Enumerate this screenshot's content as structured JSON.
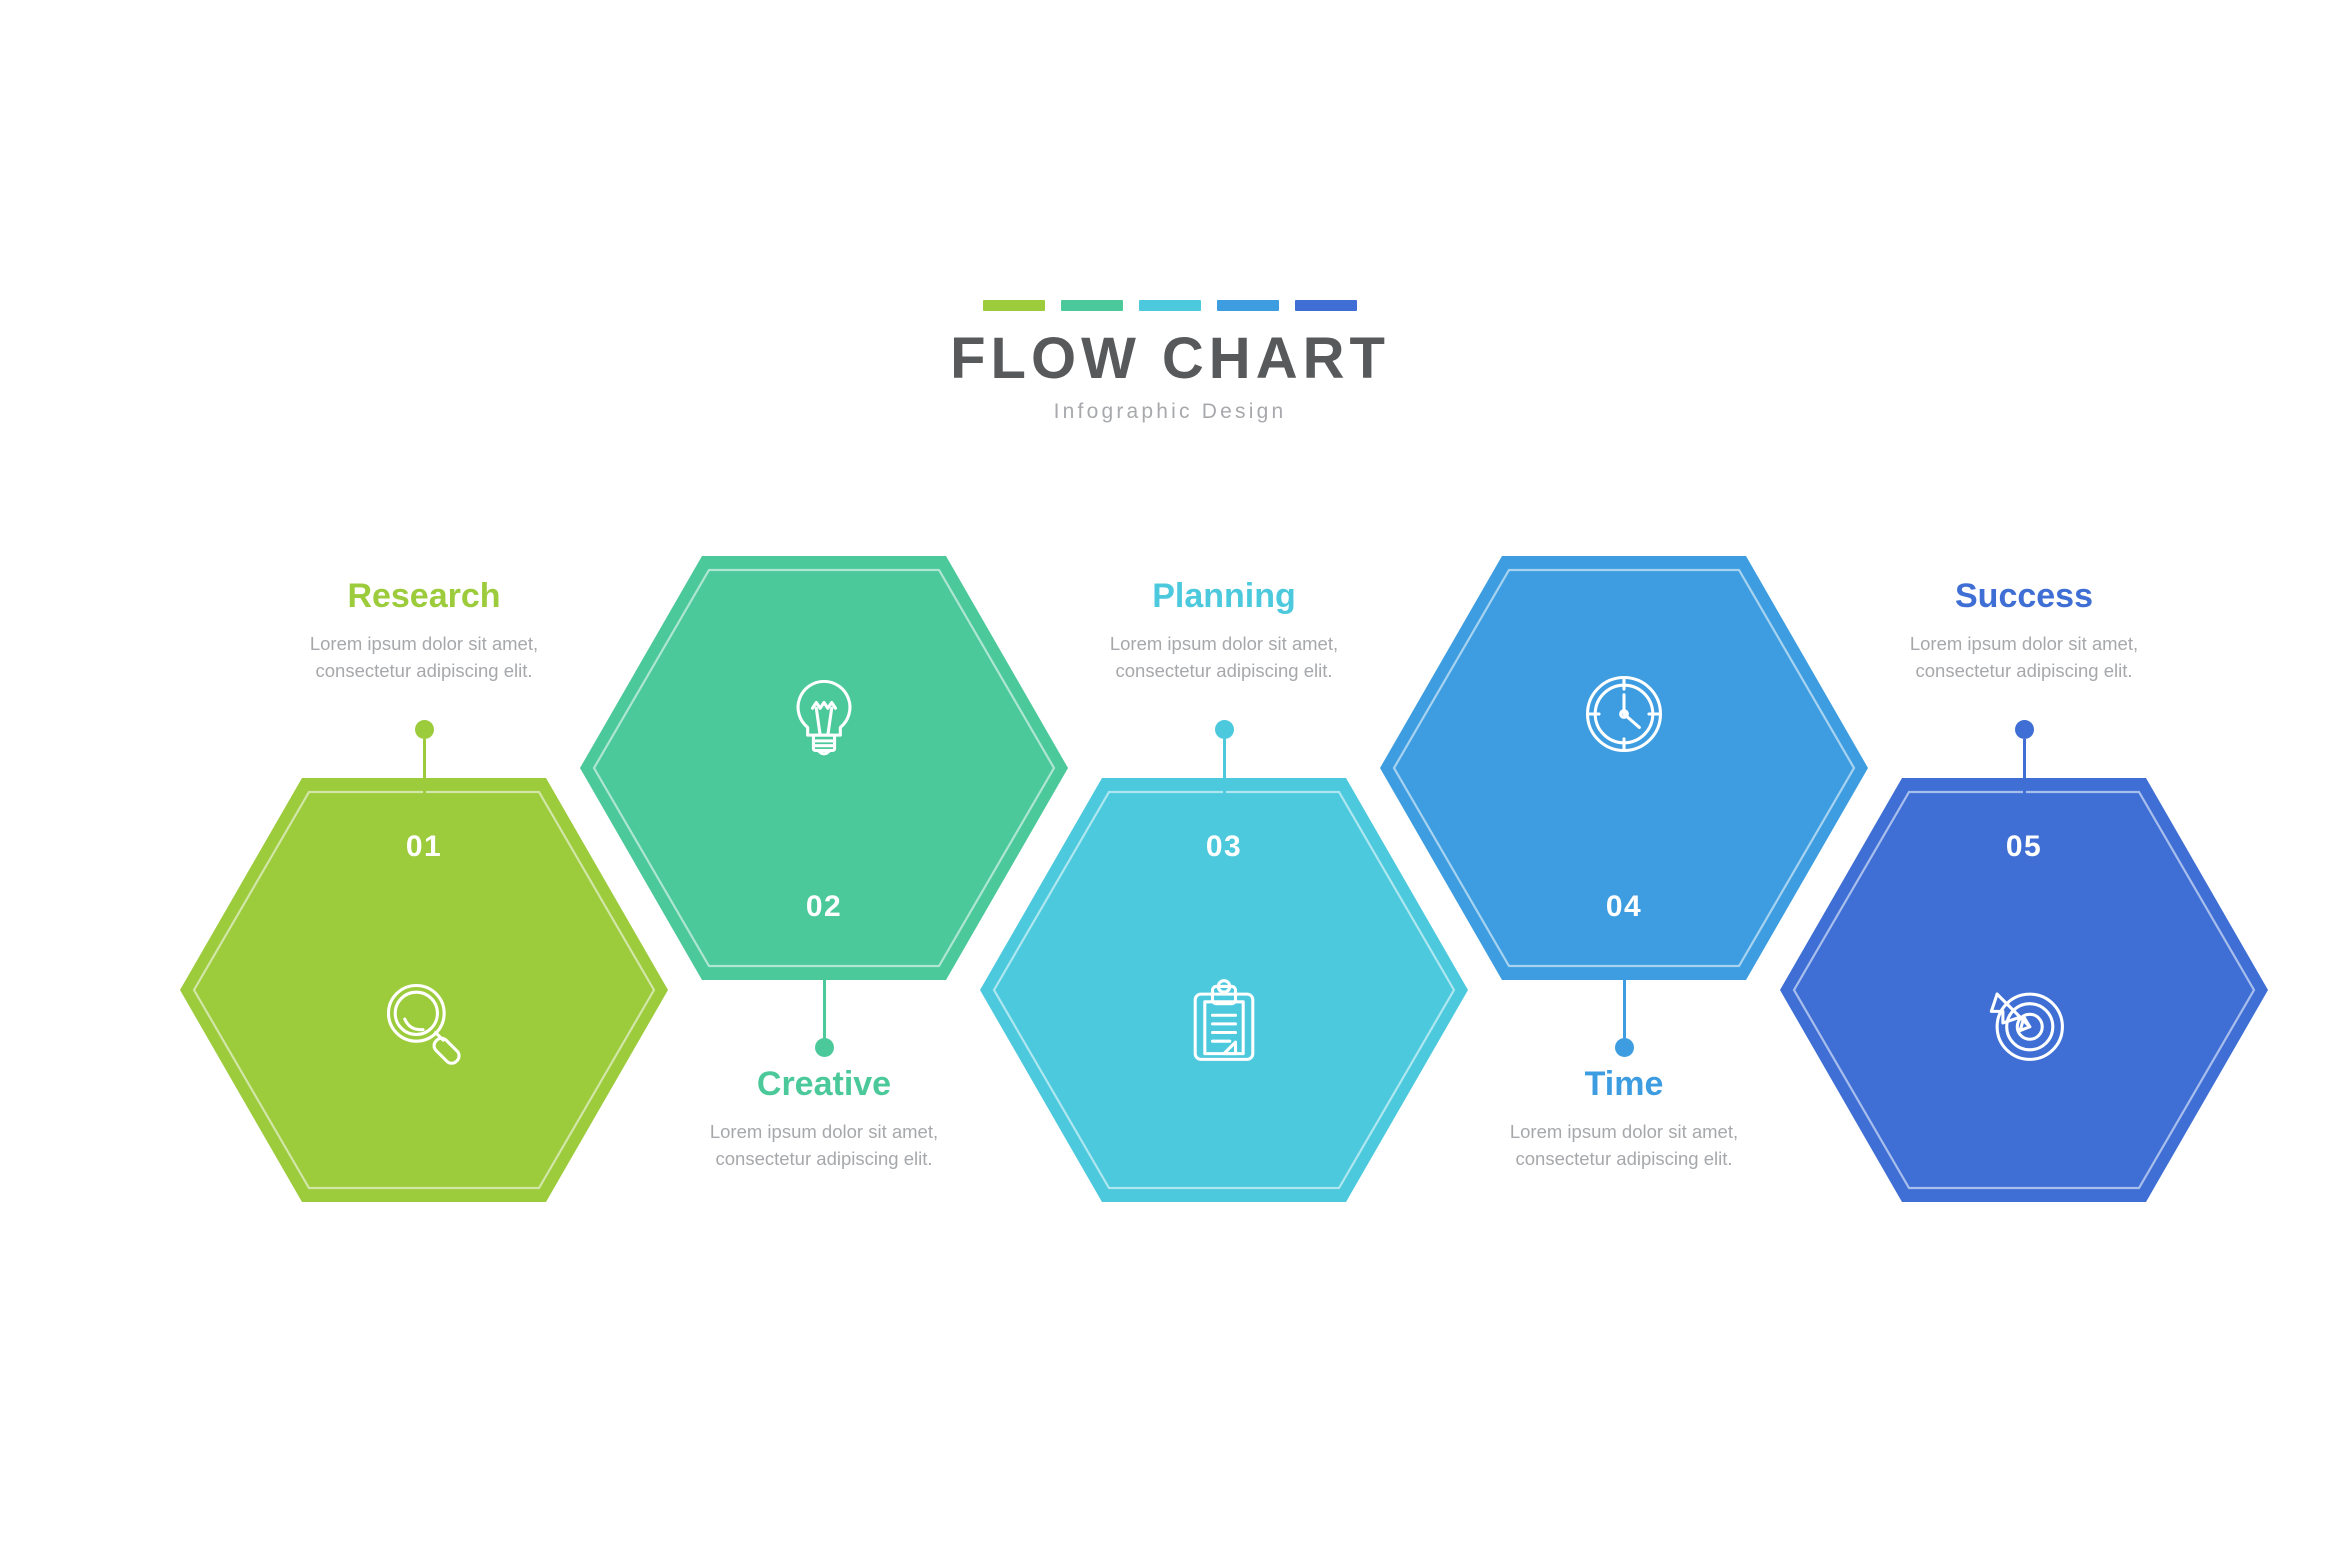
{
  "header": {
    "title": "FLOW CHART",
    "subtitle": "Infographic Design",
    "bars": [
      {
        "name": "bar-1",
        "color": "#9ccb3c"
      },
      {
        "name": "bar-2",
        "color": "#4cc99a"
      },
      {
        "name": "bar-3",
        "color": "#4cc9dd"
      },
      {
        "name": "bar-4",
        "color": "#3d9de0"
      },
      {
        "name": "bar-5",
        "color": "#3f6fd5"
      }
    ]
  },
  "steps": [
    {
      "number": "01",
      "title": "Research",
      "desc_line1": "Lorem ipsum dolor sit amet,",
      "desc_line2": "consectetur adipiscing elit.",
      "color": "#9ccb3c",
      "icon": "magnifier-icon",
      "position": "low",
      "label_side": "above",
      "number_pos": "top"
    },
    {
      "number": "02",
      "title": "Creative",
      "desc_line1": "Lorem ipsum dolor sit amet,",
      "desc_line2": "consectetur adipiscing elit.",
      "color": "#4cc99a",
      "icon": "lightbulb-icon",
      "position": "high",
      "label_side": "below",
      "number_pos": "bottom"
    },
    {
      "number": "03",
      "title": "Planning",
      "desc_line1": "Lorem ipsum dolor sit amet,",
      "desc_line2": "consectetur adipiscing elit.",
      "color": "#4cc9dd",
      "icon": "clipboard-icon",
      "position": "low",
      "label_side": "above",
      "number_pos": "top"
    },
    {
      "number": "04",
      "title": "Time",
      "desc_line1": "Lorem ipsum dolor sit amet,",
      "desc_line2": "consectetur adipiscing elit.",
      "color": "#3d9de0",
      "icon": "clock-icon",
      "position": "high",
      "label_side": "below",
      "number_pos": "bottom"
    },
    {
      "number": "05",
      "title": "Success",
      "desc_line1": "Lorem ipsum dolor sit amet,",
      "desc_line2": "consectetur adipiscing elit.",
      "color": "#3f6fd5",
      "icon": "target-arrow-icon",
      "position": "low",
      "label_side": "above",
      "number_pos": "top"
    }
  ]
}
